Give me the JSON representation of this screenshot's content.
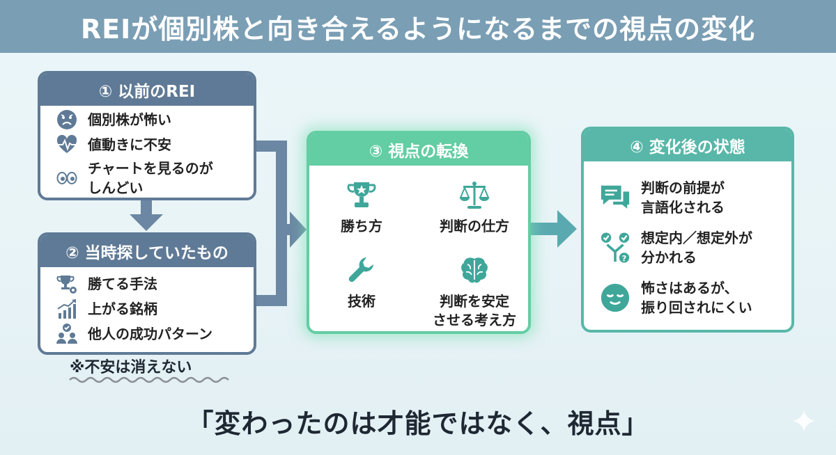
{
  "title": "REIが個別株と向き合えるようになるまでの視点の変化",
  "sections": {
    "before": {
      "title": "① 以前のREI",
      "items": [
        {
          "icon": "sad-face-icon",
          "text": "個別株が怖い"
        },
        {
          "icon": "heartbeat-icon",
          "text": "値動きに不安"
        },
        {
          "icon": "eyes-icon",
          "text": "チャートを見るのが\nしんどい"
        }
      ]
    },
    "seeking": {
      "title": "② 当時探していたもの",
      "items": [
        {
          "icon": "trophy-gear-icon",
          "text": "勝てる手法"
        },
        {
          "icon": "rising-chart-icon",
          "text": "上がる銘柄"
        },
        {
          "icon": "people-check-icon",
          "text": "他人の成功パターン"
        }
      ]
    },
    "shift": {
      "title": "③ 視点の転換",
      "pairs": [
        {
          "from": "勝ち方",
          "from_icon": "trophy-icon",
          "to": "判断の仕方",
          "to_icon": "scales-icon"
        },
        {
          "from": "技術",
          "from_icon": "wrench-icon",
          "to": "判断を安定\nさせる考え方",
          "to_icon": "brain-icon"
        }
      ]
    },
    "after": {
      "title": "④ 変化後の状態",
      "items": [
        {
          "icon": "chat-bubbles-icon",
          "text": "判断の前提が\n言語化される"
        },
        {
          "icon": "branch-choice-icon",
          "text": "想定内／想定外が\n分かれる"
        },
        {
          "icon": "calm-face-icon",
          "text": "怖さはあるが、\n振り回されにくい"
        }
      ]
    }
  },
  "note": "※不安は消えない",
  "conclusion": "「変わったのは才能ではなく、視点」",
  "colors": {
    "header": "#7a9eb4",
    "slate": "#5f7a96",
    "green": "#63cda3",
    "teal": "#58b7a8",
    "arrow_slate": "#6b87a3",
    "arrow_teal": "#5aa9b0",
    "icon_slate": "#5f7a96",
    "icon_teal": "#3fa79a"
  }
}
